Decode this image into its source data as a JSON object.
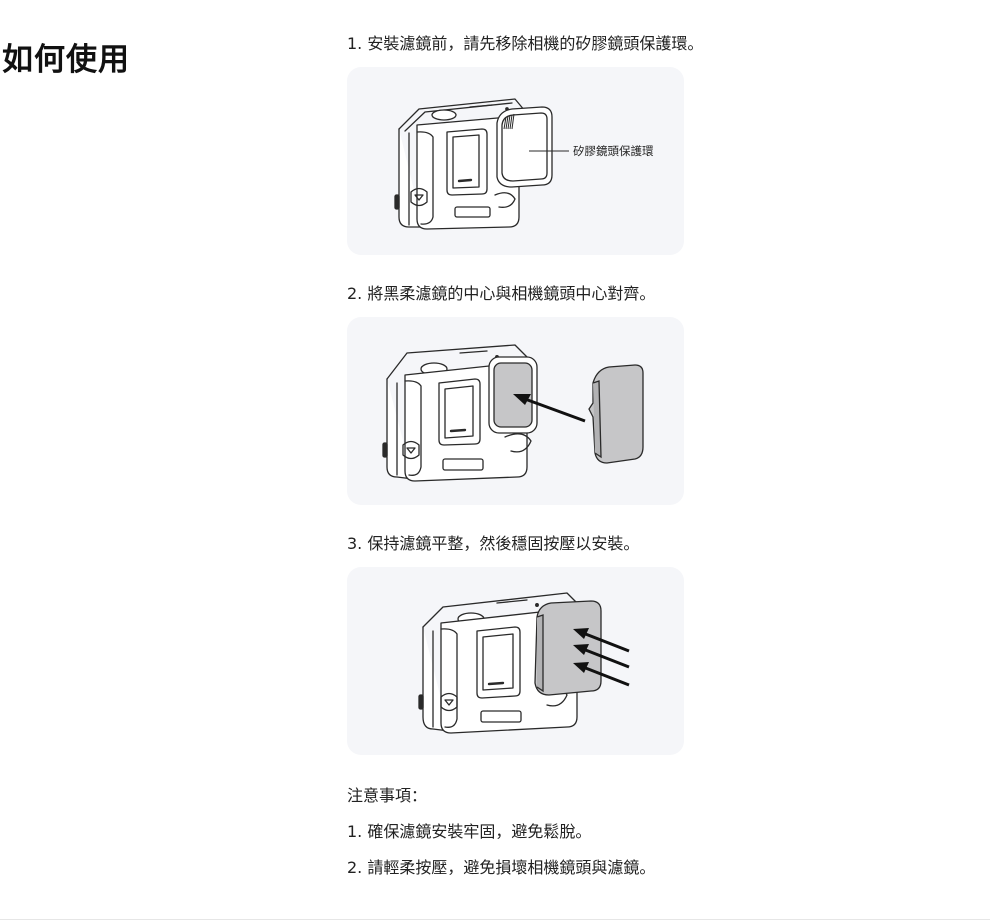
{
  "page_title": "如何使用",
  "steps": [
    {
      "text": "1. 安裝濾鏡前，請先移除相機的矽膠鏡頭保護環。",
      "callout": "矽膠鏡頭保護環",
      "image_icon": "camera-remove-lens-guard"
    },
    {
      "text": "2. 將黑柔濾鏡的中心與相機鏡頭中心對齊。",
      "image_icon": "camera-align-filter"
    },
    {
      "text": "3. 保持濾鏡平整，然後穩固按壓以安裝。",
      "image_icon": "camera-press-filter"
    }
  ],
  "notes": {
    "title": "注意事項：",
    "items": [
      "1. 確保濾鏡安裝牢固，避免鬆脫。",
      "2. 請輕柔按壓，避免損壞相機鏡頭與濾鏡。"
    ]
  },
  "colors": {
    "panel_bg": "#f5f6f9",
    "filter_gray": "#c6c6c8",
    "line": "#2a2a2a"
  }
}
